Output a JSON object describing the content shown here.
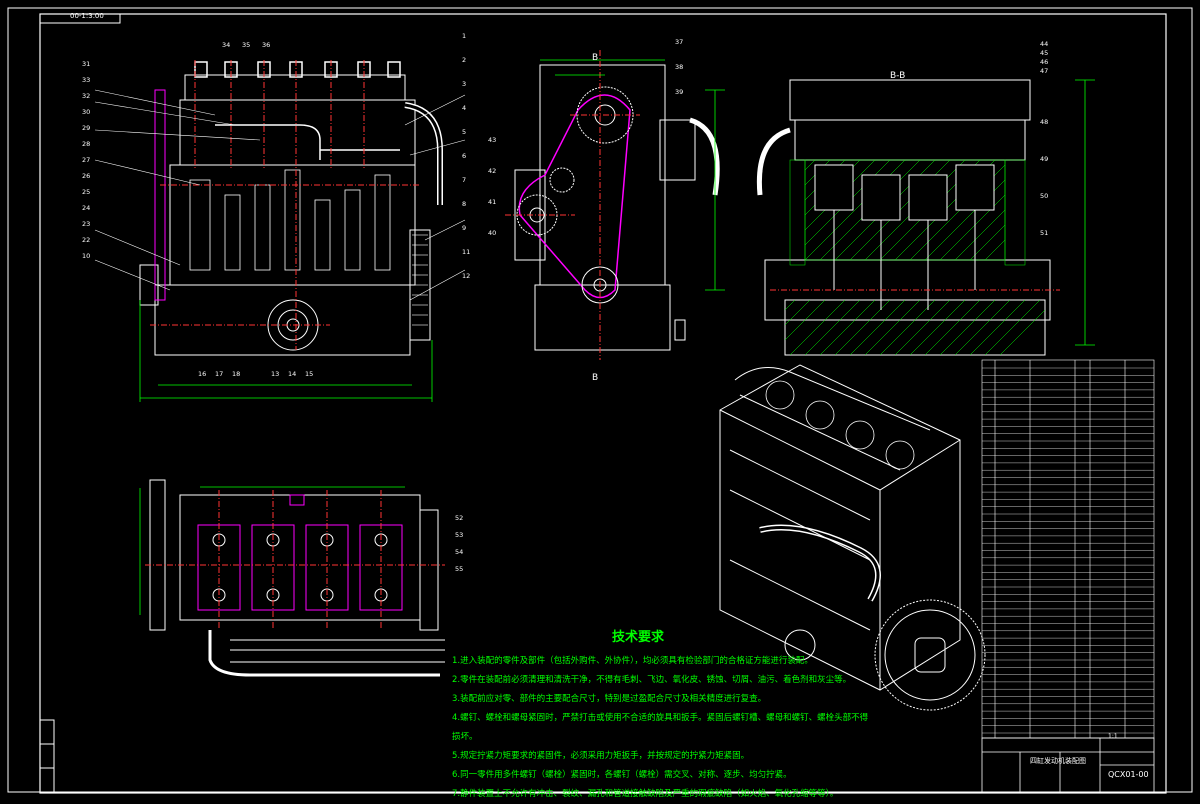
{
  "drawing": {
    "corner_tag": "00-1:3.00",
    "section_b_label": "B",
    "section_bb_label": "B-B",
    "colors": {
      "background": "#000000",
      "outline": "#ffffff",
      "dimension": "#00ff00",
      "center": "#ff3333",
      "chain": "#ff00ff",
      "hatch": "#00ff00"
    }
  },
  "callouts": {
    "front_left": [
      "31",
      "33",
      "32",
      "30",
      "29",
      "28",
      "27",
      "26",
      "25",
      "24",
      "23",
      "22",
      "10"
    ],
    "front_top": [
      "34",
      "35",
      "36"
    ],
    "front_right": [
      "1",
      "2",
      "3",
      "4",
      "5",
      "6",
      "7",
      "8",
      "9",
      "11",
      "12"
    ],
    "front_bottom": [
      "16",
      "17",
      "18",
      "13",
      "14",
      "15"
    ],
    "side": [
      "37",
      "38",
      "39",
      "43",
      "42",
      "41",
      "40"
    ],
    "section": [
      "44",
      "45",
      "46",
      "47",
      "48",
      "49",
      "50",
      "51"
    ],
    "top_view": [
      "52",
      "53",
      "54",
      "55"
    ]
  },
  "tech": {
    "title": "技术要求",
    "items": [
      "1.进入装配的零件及部件（包括外购件、外协件），均必须具有检验部门的合格证方能进行装配。",
      "2.零件在装配前必须清理和清洗干净，不得有毛刺、飞边、氧化皮、锈蚀、切屑、油污、着色剂和灰尘等。",
      "3.装配前应对零、部件的主要配合尺寸，特别是过盈配合尺寸及相关精度进行复查。",
      "4.螺钉、螺栓和螺母紧固时，严禁打击或使用不合适的旋具和扳手。紧固后螺钉槽、螺母和螺钉、螺栓头部不得",
      "损坏。",
      "5.规定拧紧力矩要求的紧固件，必须采用力矩扳手，并按规定的拧紧力矩紧固。",
      "6.同一零件用多件螺钉（螺栓）紧固时，各螺钉（螺栓）需交叉、对称、逐步、均匀拧紧。",
      "7.静件装置上不允许有冲击、裂纹、漏孔和管道接触缺陷及严重的瑕疵缺陷（如火焰、氧化孔缩等等）。"
    ]
  },
  "title_block": {
    "name": "四缸发动机装配图",
    "code": "QCX01-00",
    "scale": "1:1"
  }
}
